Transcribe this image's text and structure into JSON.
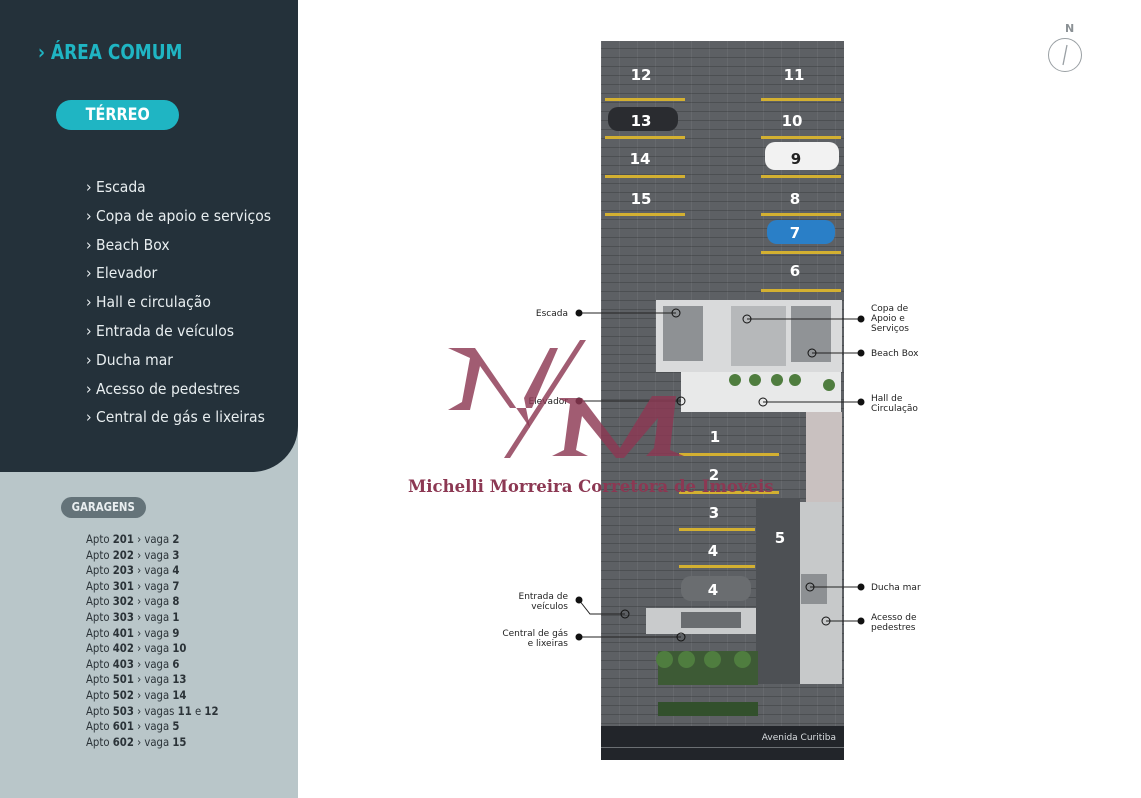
{
  "sidebar": {
    "section_title": "› ÁREA COMUM",
    "floor_label": "TÉRREO",
    "menu_items": [
      "Escada",
      "Copa de apoio e serviços",
      "Beach Box",
      "Elevador",
      "Hall e circulação",
      "Entrada de veículos",
      "Ducha mar",
      "Acesso de pedestres",
      "Central de gás e lixeiras"
    ]
  },
  "garagens": {
    "title": "GARAGENS",
    "items": [
      {
        "apto": "201",
        "vaga_text": "vaga",
        "vaga": "2"
      },
      {
        "apto": "202",
        "vaga_text": "vaga",
        "vaga": "3"
      },
      {
        "apto": "203",
        "vaga_text": "vaga",
        "vaga": "4"
      },
      {
        "apto": "301",
        "vaga_text": "vaga",
        "vaga": "7"
      },
      {
        "apto": "302",
        "vaga_text": "vaga",
        "vaga": "8"
      },
      {
        "apto": "303",
        "vaga_text": "vaga",
        "vaga": "1"
      },
      {
        "apto": "401",
        "vaga_text": "vaga",
        "vaga": "9"
      },
      {
        "apto": "402",
        "vaga_text": "vaga",
        "vaga": "10"
      },
      {
        "apto": "403",
        "vaga_text": "vaga",
        "vaga": "6"
      },
      {
        "apto": "501",
        "vaga_text": "vaga",
        "vaga": "13"
      },
      {
        "apto": "502",
        "vaga_text": "vaga",
        "vaga": "14"
      },
      {
        "apto": "503",
        "vaga_text": "vagas",
        "vaga": "11",
        "extra": "12"
      },
      {
        "apto": "601",
        "vaga_text": "vaga",
        "vaga": "5"
      },
      {
        "apto": "602",
        "vaga_text": "vaga",
        "vaga": "15"
      }
    ]
  },
  "plan": {
    "spot_numbers": [
      "12",
      "11",
      "13",
      "10",
      "14",
      "9",
      "15",
      "8",
      "7",
      "6",
      "1",
      "2",
      "3",
      "5",
      "4",
      "4"
    ],
    "street_name": "Avenida Curitiba",
    "labels": {
      "escada": "Escada",
      "copa": "Copa de\nApoio e\nServiços",
      "beach_box": "Beach Box",
      "elevador": "Elevador",
      "hall": "Hall de\nCirculação",
      "entrada": "Entrada de\nveículos",
      "central": "Central de gás\ne lixeiras",
      "ducha": "Ducha mar",
      "acesso": "Acesso de\npedestres"
    }
  },
  "compass": {
    "north_label": "N"
  },
  "watermark": {
    "logo_letters": "M/M",
    "text": "Michelli Morreira Corretora de Imoveis"
  },
  "colors": {
    "accent": "#1fb5c3",
    "dark_panel": "#24313a",
    "light_panel": "#b9c6c9",
    "stripe": "#d3b031",
    "watermark": "#8c3853"
  }
}
